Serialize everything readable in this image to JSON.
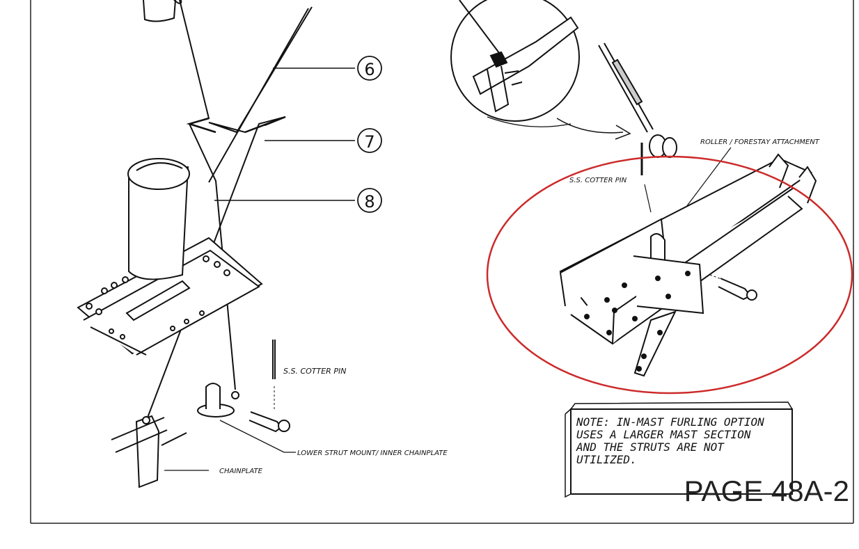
{
  "callouts": [
    "6",
    "7",
    "8"
  ],
  "labels": {
    "roller_attachment": "ROLLER / FORESTAY ATTACHMENT",
    "cotter_pin_right": "S.S. COTTER PIN",
    "cotter_pin_left": "S.S. COTTER PIN",
    "lower_strut_mount": "LOWER STRUT MOUNT/ INNER CHAINPLATE",
    "chainplate": "CHAINPLATE"
  },
  "note": {
    "line1": "NOTE: IN-MAST FURLING OPTION",
    "line2": "USES A LARGER MAST SECTION",
    "line3": "AND THE STRUTS ARE NOT",
    "line4": "UTILIZED."
  },
  "page_number": "PAGE 48A-2",
  "colors": {
    "highlight": "#cc2a2a",
    "ink": "#111111"
  }
}
